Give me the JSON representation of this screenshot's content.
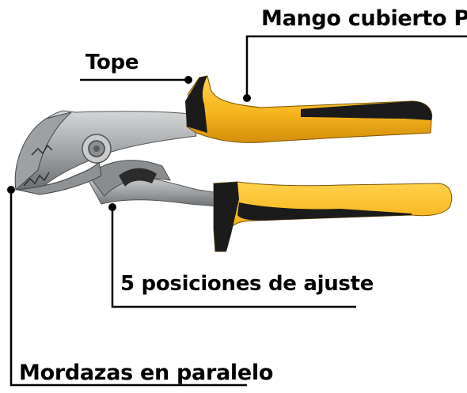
{
  "labels": {
    "mango": "Mango cubierto PVC",
    "tope": "Tope",
    "posiciones": "5 posiciones de ajuste",
    "mordazas": "Mordazas en paralelo"
  },
  "colors": {
    "handle_yellow": "#f7b51d",
    "handle_black": "#1b1b1b",
    "steel": "#a9acae",
    "steel_dark": "#6f7274",
    "callout_line": "#000000"
  }
}
